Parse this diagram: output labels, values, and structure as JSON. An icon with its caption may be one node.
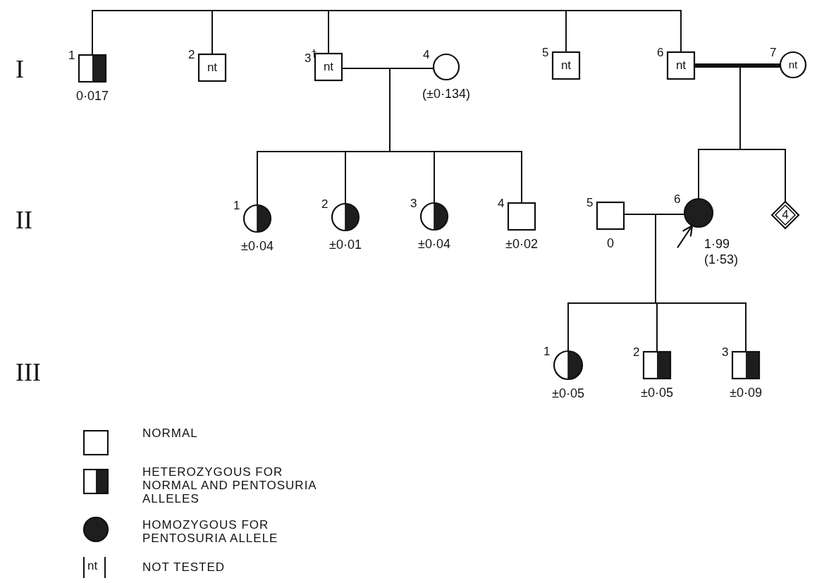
{
  "diagram": {
    "nodes": [
      {
        "text": [
          "1"
        ],
        "beside": [
          "0·017"
        ]
      },
      {
        "text": [
          "2",
          "nt"
        ]
      },
      {
        "text": [
          "3$^{†}$",
          "nt"
        ]
      },
      {
        "text": [
          "4"
        ],
        "beside": [
          "(±0·134)"
        ]
      },
      {
        "text": [
          "5",
          "nt"
        ]
      },
      {
        "text": [
          "6",
          "nt"
        ]
      },
      {
        "text": [
          "7",
          "nt"
        ]
      },
      {
        "text": [
          "1"
        ],
        "beside": [
          "±0·04"
        ]
      },
      {
        "text": [
          "2"
        ],
        "beside": [
          "±0·01"
        ]
      },
      {
        "text": [
          "3"
        ],
        "beside": [
          "±0·04"
        ]
      },
      {
        "text": [
          "4"
        ],
        "beside": [
          "±0·02"
        ]
      },
      {
        "text": [
          "5"
        ],
        "beside": [
          "0"
        ]
      },
      {
        "text": [
          "6"
        ],
        "beside": [
          "1·99",
          "(1·53)"
        ]
      },
      {
        "text": [
          "4"
        ]
      },
      {
        "text": [
          "1"
        ],
        "beside": [
          "±0·05"
        ]
      },
      {
        "text": [
          "2"
        ],
        "beside": [
          "±0·05"
        ]
      },
      {
        "text": [
          "3"
        ],
        "beside": [
          "±0·09"
        ]
      }
    ],
    "edges": [
      {
        "from": 0,
        "to": 1,
        "arrow": "none"
      },
      {
        "from": 1,
        "to": 2,
        "arrow": "none"
      },
      {
        "from": 2,
        "to": 4,
        "arrow": "none"
      },
      {
        "from": 4,
        "to": 5,
        "arrow": "none"
      },
      {
        "from": 2,
        "to": 3,
        "arrow": "none"
      },
      {
        "from": 5,
        "to": 6,
        "arrow": "none",
        "style": "thick"
      },
      {
        "from": 2,
        "to": 7,
        "arrow": "none"
      },
      {
        "from": 2,
        "to": 8,
        "arrow": "none"
      },
      {
        "from": 2,
        "to": 9,
        "arrow": "none"
      },
      {
        "from": 2,
        "to": 10,
        "arrow": "none"
      },
      {
        "from": 3,
        "to": 7,
        "arrow": "none"
      },
      {
        "from": 3,
        "to": 8,
        "arrow": "none"
      },
      {
        "from": 3,
        "to": 9,
        "arrow": "none"
      },
      {
        "from": 3,
        "to": 10,
        "arrow": "none"
      },
      {
        "from": 5,
        "to": 12,
        "arrow": "none"
      },
      {
        "from": 5,
        "to": 13,
        "arrow": "none"
      },
      {
        "from": 6,
        "to": 12,
        "arrow": "none"
      },
      {
        "from": 6,
        "to": 13,
        "arrow": "none"
      },
      {
        "from": 11,
        "to": 12,
        "arrow": "none"
      },
      {
        "from": 11,
        "to": 14,
        "arrow": "none"
      },
      {
        "from": 11,
        "to": 15,
        "arrow": "none"
      },
      {
        "from": 11,
        "to": 16,
        "arrow": "none"
      },
      {
        "from": 12,
        "to": 14,
        "arrow": "none"
      },
      {
        "from": 12,
        "to": 15,
        "arrow": "none"
      },
      {
        "from": 12,
        "to": 16,
        "arrow": "none"
      },
      {
        "from": null,
        "to": 12,
        "arrow": "to"
      }
    ],
    "labels": [
      "I",
      "II",
      "III",
      "nt"
    ],
    "legend": [
      {
        "text": "NORMAL"
      },
      {
        "text": "HETEROZYGOUS FOR NORMAL AND PENTOSURIA ALLELES"
      },
      {
        "text": "HOMOZYGOUS FOR PENTOSURIA ALLELE"
      },
      {
        "text": "NOT TESTED"
      }
    ]
  }
}
